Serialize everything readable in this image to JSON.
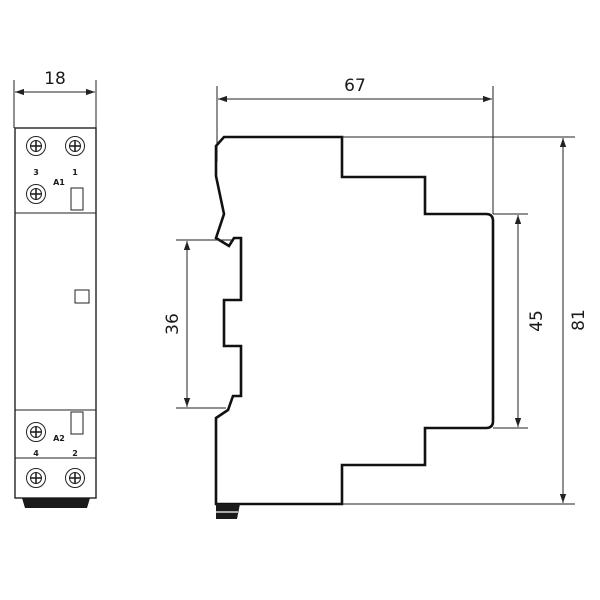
{
  "colors": {
    "line": "#111111",
    "background": "#ffffff"
  },
  "front_view": {
    "width_dim": "18",
    "terminals": {
      "t3": "3",
      "t1": "1",
      "a1": "A1",
      "a2": "A2",
      "t4": "4",
      "t2": "2"
    }
  },
  "side_view": {
    "depth_dim": "67",
    "height_dim": "81",
    "rail_dim": "36",
    "front_dim": "45"
  }
}
